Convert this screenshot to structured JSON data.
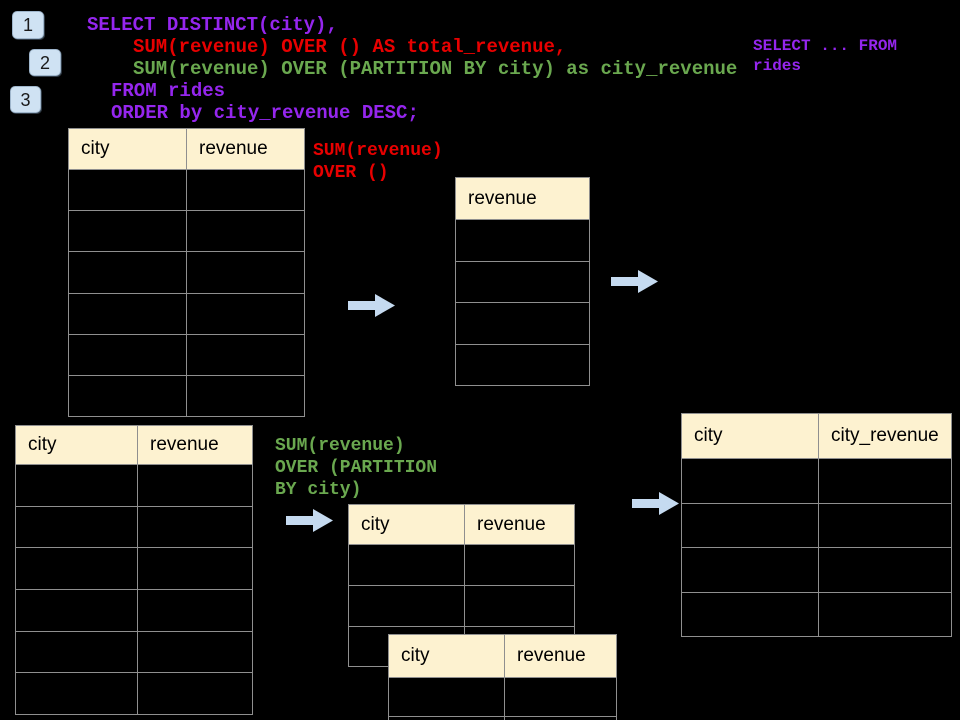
{
  "badges": [
    {
      "label": "1"
    },
    {
      "label": "2"
    },
    {
      "label": "3"
    }
  ],
  "code": {
    "line1": "SELECT DISTINCT(city),",
    "line2": "SUM(revenue) OVER () AS total_revenue,",
    "line3": "SUM(revenue) OVER (PARTITION BY city) as city_revenue",
    "line4": "FROM rides",
    "line5": "ORDER by city_revenue DESC;"
  },
  "side_note": "SELECT ... FROM\nrides",
  "labels": {
    "total_revenue_fn": "SUM(revenue)\nOVER ()",
    "partition_fn": "SUM(revenue)\nOVER (PARTITION\nBY city)"
  },
  "tables": {
    "source_top": {
      "headers": [
        "city",
        "revenue"
      ],
      "row_count": 6
    },
    "total_output": {
      "headers": [
        "revenue"
      ],
      "row_count": 4
    },
    "source_bottom": {
      "headers": [
        "city",
        "revenue"
      ],
      "row_count": 6
    },
    "partition_back": {
      "headers": [
        "city",
        "revenue"
      ],
      "row_count": 3
    },
    "partition_front": {
      "headers": [
        "city",
        "revenue"
      ],
      "row_count": 2
    },
    "city_revenue_output": {
      "headers": [
        "city",
        "city_revenue"
      ],
      "row_count": 4
    }
  },
  "colors": {
    "background": "#000000",
    "sql_purple": "#9526ee",
    "sql_red": "#e80000",
    "sql_green": "#6aa84f",
    "table_header_fill": "#fdf2d0",
    "table_border": "#8f8f8f",
    "arrow_fill": "#c5daf0",
    "badge_fill": "#cfe2f3"
  }
}
